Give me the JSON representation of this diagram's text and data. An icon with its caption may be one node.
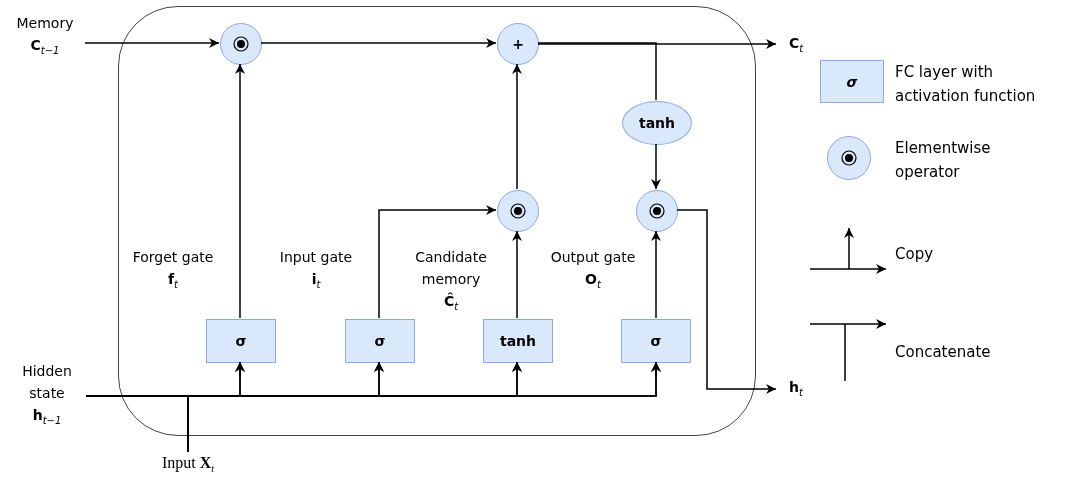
{
  "diagram": {
    "nodes": [
      {
        "text": [],
        "shape": "box"
      },
      {
        "text": [
          "Memory",
          "**C**$_{t−1}$"
        ]
      },
      {
        "text": [],
        "shape": "circle",
        "in": 0
      },
      {
        "text": [
          "+"
        ],
        "in": 0
      },
      {
        "text": [
          "**C**$_{t}$"
        ]
      },
      {
        "text": [
          "tanh"
        ],
        "in": 0
      },
      {
        "text": [],
        "shape": "circle",
        "in": 0
      },
      {
        "text": [],
        "shape": "circle",
        "in": 0
      },
      {
        "text": [
          "σ"
        ],
        "in": 0,
        "beside": [
          "Forget gate",
          "**f**$_{t}$"
        ]
      },
      {
        "text": [
          "σ"
        ],
        "in": 0,
        "beside": [
          "Input gate",
          "**i**$_{t}$"
        ]
      },
      {
        "text": [
          "tanh"
        ],
        "in": 0,
        "beside": [
          "Candidate memory",
          "**Ĉ**$_{t}$"
        ]
      },
      {
        "text": [
          "σ"
        ],
        "in": 0,
        "beside": [
          "Output gate",
          "**O**$_{t}$"
        ]
      },
      {
        "text": [
          "Hidden state",
          "**h**$_{t−1}$"
        ]
      },
      {
        "text": [
          "**h**$_{t}$"
        ]
      },
      {
        "text": [
          "Input **X**$_{t}$"
        ]
      },
      {
        "text": [
          "σ"
        ]
      },
      {
        "text": [],
        "shape": "circle"
      }
    ],
    "edges": [
      {
        "from": 1,
        "to": 2,
        "arrow": "to"
      },
      {
        "from": 2,
        "to": 3,
        "arrow": "to"
      },
      {
        "from": 3,
        "to": 4,
        "arrow": "to"
      },
      {
        "from": 3,
        "to": 5,
        "arrow": "none"
      },
      {
        "from": 5,
        "to": 7,
        "arrow": "to"
      },
      {
        "from": 6,
        "to": 3,
        "arrow": "to"
      },
      {
        "from": 8,
        "to": 2,
        "arrow": "to"
      },
      {
        "from": 9,
        "to": 6,
        "arrow": "to"
      },
      {
        "from": 10,
        "to": 6,
        "arrow": "to"
      },
      {
        "from": 11,
        "to": 7,
        "arrow": "to"
      },
      {
        "from": 7,
        "to": 13,
        "arrow": "to"
      },
      {
        "from": 12,
        "to": 8,
        "arrow": "to"
      },
      {
        "from": 12,
        "to": 9,
        "arrow": "to"
      },
      {
        "from": 12,
        "to": 10,
        "arrow": "to"
      },
      {
        "from": 12,
        "to": 11,
        "arrow": "to"
      },
      {
        "from": 14,
        "to": 8,
        "arrow": "to"
      },
      {
        "from": 14,
        "to": 9,
        "arrow": "to"
      },
      {
        "from": 14,
        "to": 10,
        "arrow": "to"
      },
      {
        "from": 14,
        "to": 11,
        "arrow": "to"
      }
    ],
    "legend": [
      {
        "text": "FC layer with activation function"
      },
      {
        "text": "Elementwise operator"
      },
      {
        "text": "Copy"
      },
      {
        "text": "Concatenate"
      }
    ]
  }
}
